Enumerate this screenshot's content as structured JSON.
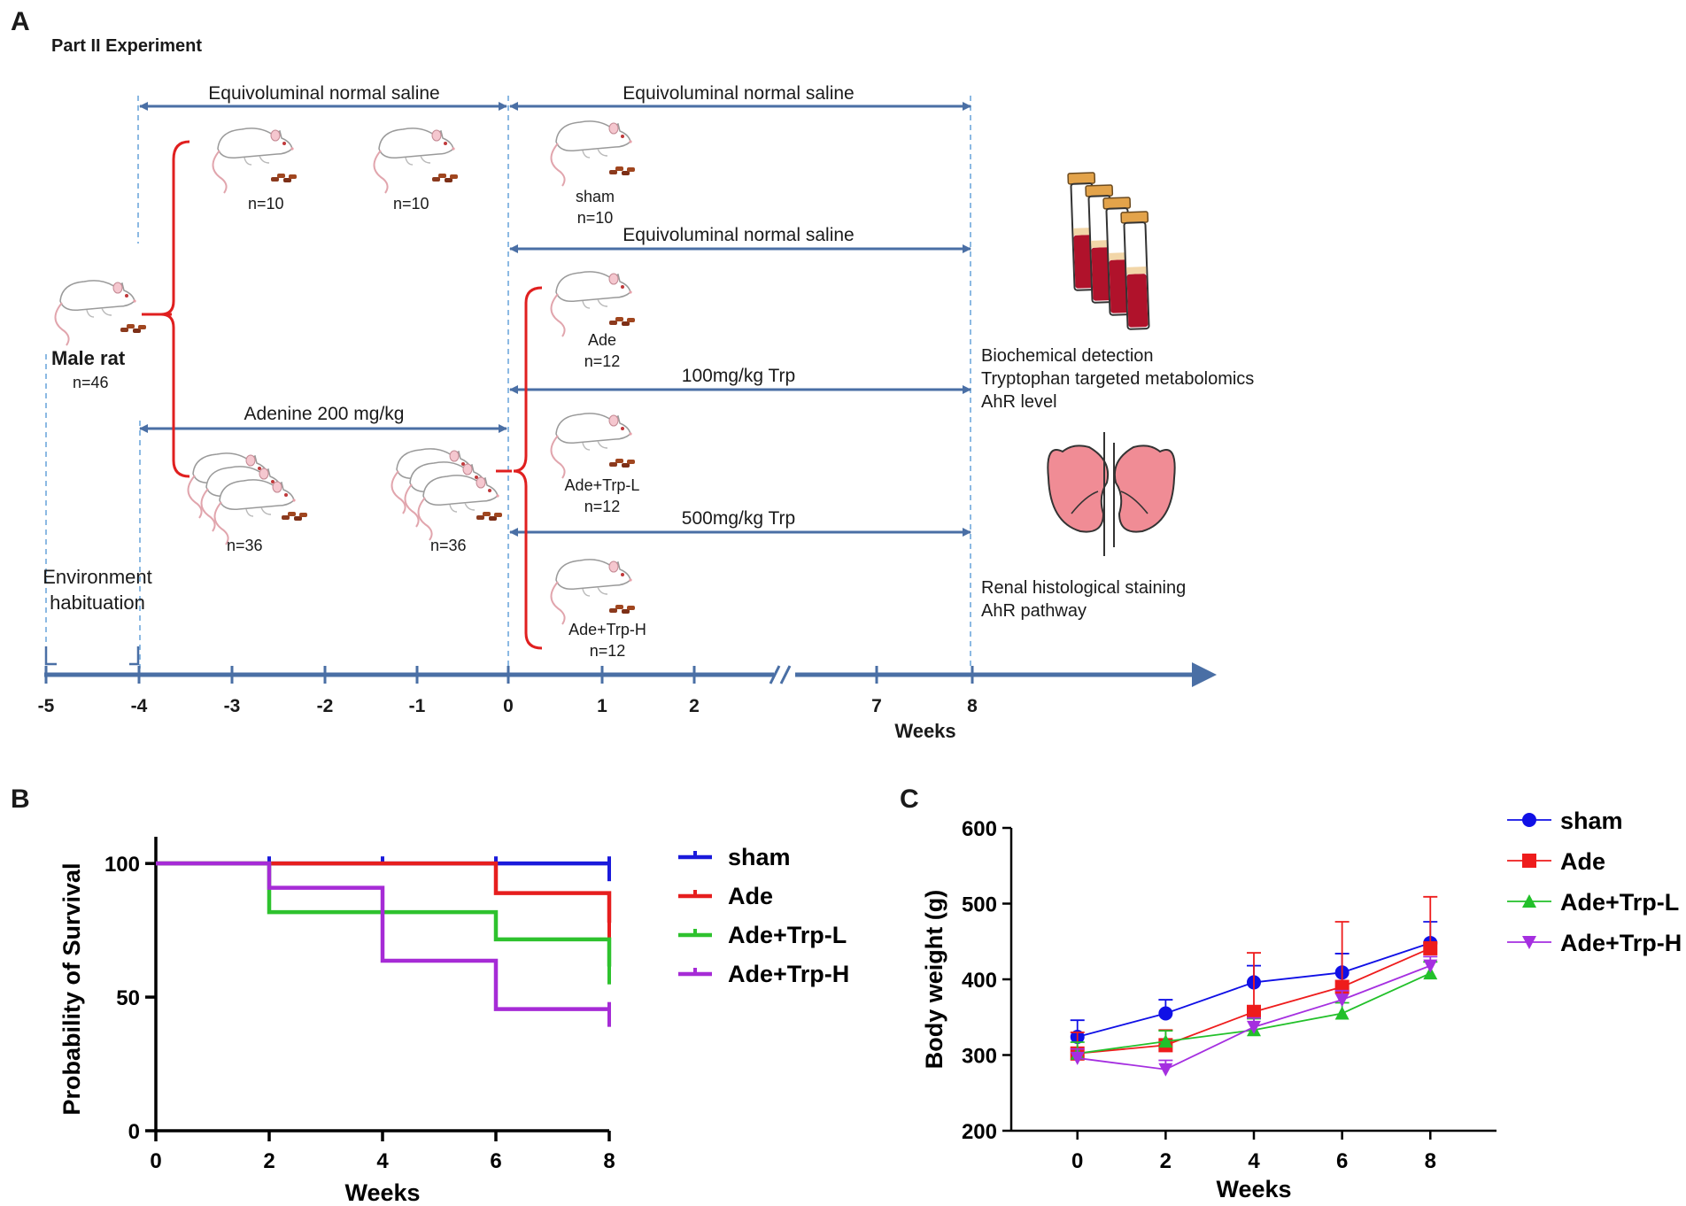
{
  "panel_labels": {
    "a": "A",
    "b": "B",
    "c": "C"
  },
  "panel_a": {
    "title": "Part II Experiment",
    "arrows": {
      "saline_pre": "Equivoluminal normal saline",
      "saline_sham": "Equivoluminal normal saline",
      "saline_ade": "Equivoluminal normal saline",
      "trp_low": "100mg/kg Trp",
      "trp_high": "500mg/kg Trp",
      "adenine": "Adenine 200 mg/kg"
    },
    "rat": {
      "name": "Male rat",
      "n": "n=46"
    },
    "habituation": {
      "line1": "Environment",
      "line2": "habituation"
    },
    "counts": {
      "normal_1": "n=10",
      "normal_2": "n=10",
      "model_1": "n=36",
      "model_2": "n=36"
    },
    "groups": [
      {
        "name": "sham",
        "n": "n=10"
      },
      {
        "name": "Ade",
        "n": "n=12"
      },
      {
        "name": "Ade+Trp-L",
        "n": "n=12"
      },
      {
        "name": "Ade+Trp-H",
        "n": "n=12"
      }
    ],
    "outputs_blood": [
      "Biochemical detection",
      "Tryptophan targeted metabolomics",
      "AhR level"
    ],
    "outputs_kidney": [
      "Renal histological staining",
      "AhR pathway"
    ],
    "timeline_ticks": [
      "-5",
      "-4",
      "-3",
      "-2",
      "-1",
      "0",
      "1",
      "2",
      "7",
      "8"
    ],
    "timeline_label": "Weeks",
    "colors": {
      "arrow": "#4a6fa5",
      "brace": "#e01f1f",
      "guide": "#6fa8dc"
    }
  },
  "chart_data": [
    {
      "type": "line",
      "subtype": "step",
      "panel": "B",
      "ylabel": "Probability of Survival",
      "xlabel": "Weeks",
      "xlim": [
        0,
        8
      ],
      "ylim": [
        0,
        110
      ],
      "xticks": [
        0,
        2,
        4,
        6,
        8
      ],
      "yticks": [
        0,
        50,
        100
      ],
      "legend_position": "right",
      "series": [
        {
          "name": "sham",
          "color": "#1a1adb",
          "x": [
            0,
            8
          ],
          "y": [
            100,
            100
          ],
          "censor": [
            2,
            4,
            6,
            8
          ]
        },
        {
          "name": "Ade",
          "color": "#e61e1e",
          "x": [
            0,
            6,
            8
          ],
          "y": [
            100,
            88.9,
            77.8
          ],
          "censor": [
            8
          ]
        },
        {
          "name": "Ade+Trp-L",
          "color": "#2ec22e",
          "x": [
            0,
            2,
            6,
            8
          ],
          "y": [
            100,
            81.8,
            71.6,
            61.4
          ],
          "censor": [
            8
          ]
        },
        {
          "name": "Ade+Trp-H",
          "color": "#a62bd6",
          "x": [
            0,
            2,
            4,
            6
          ],
          "y": [
            100,
            90.9,
            63.6,
            45.5
          ],
          "censor": [
            8
          ]
        }
      ]
    },
    {
      "type": "line",
      "panel": "C",
      "ylabel": "Body weight (g)",
      "xlabel": "Weeks",
      "x": [
        0,
        2,
        4,
        6,
        8
      ],
      "xlim": [
        -1.5,
        9.5
      ],
      "ylim": [
        200,
        600
      ],
      "xticks": [
        0,
        2,
        4,
        6,
        8
      ],
      "yticks": [
        200,
        300,
        400,
        500,
        600
      ],
      "legend_position": "top-right",
      "series": [
        {
          "name": "sham",
          "color": "#1010e6",
          "marker": "circle",
          "values": [
            324,
            355,
            396,
            409,
            448
          ],
          "err": [
            22,
            18,
            22,
            25,
            28
          ]
        },
        {
          "name": "Ade",
          "color": "#ee1c1c",
          "marker": "square",
          "values": [
            302,
            313,
            357,
            390,
            441
          ],
          "err": [
            28,
            20,
            78,
            86,
            68
          ]
        },
        {
          "name": "Ade+Trp-L",
          "color": "#22c02a",
          "marker": "triangle-up",
          "values": [
            302,
            318,
            333,
            355,
            408
          ],
          "err": [
            15,
            14,
            15,
            14,
            15
          ]
        },
        {
          "name": "Ade+Trp-H",
          "color": "#a52fe0",
          "marker": "triangle-down",
          "values": [
            296,
            281,
            337,
            373,
            418
          ],
          "err": [
            12,
            12,
            12,
            12,
            12
          ]
        }
      ]
    }
  ]
}
